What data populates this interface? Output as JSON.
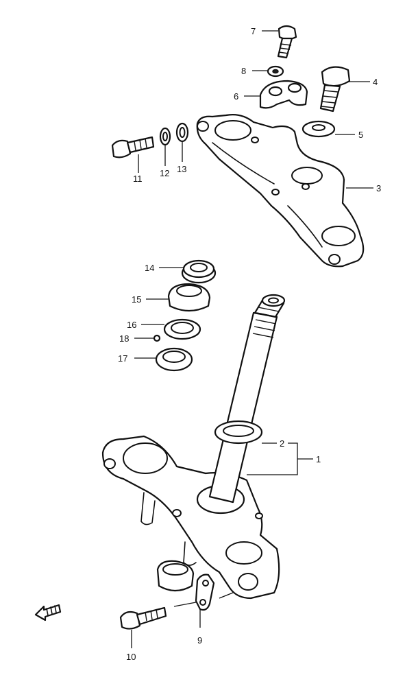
{
  "callouts": {
    "c1": "1",
    "c2": "2",
    "c3": "3",
    "c4": "4",
    "c5": "5",
    "c6": "6",
    "c7": "7",
    "c8": "8",
    "c9": "9",
    "c10": "10",
    "c11": "11",
    "c12": "12",
    "c13": "13",
    "c14": "14",
    "c15": "15",
    "c16": "16",
    "c17": "17",
    "c18": "18"
  },
  "front_arrow_icon": "front-direction-arrow-icon"
}
